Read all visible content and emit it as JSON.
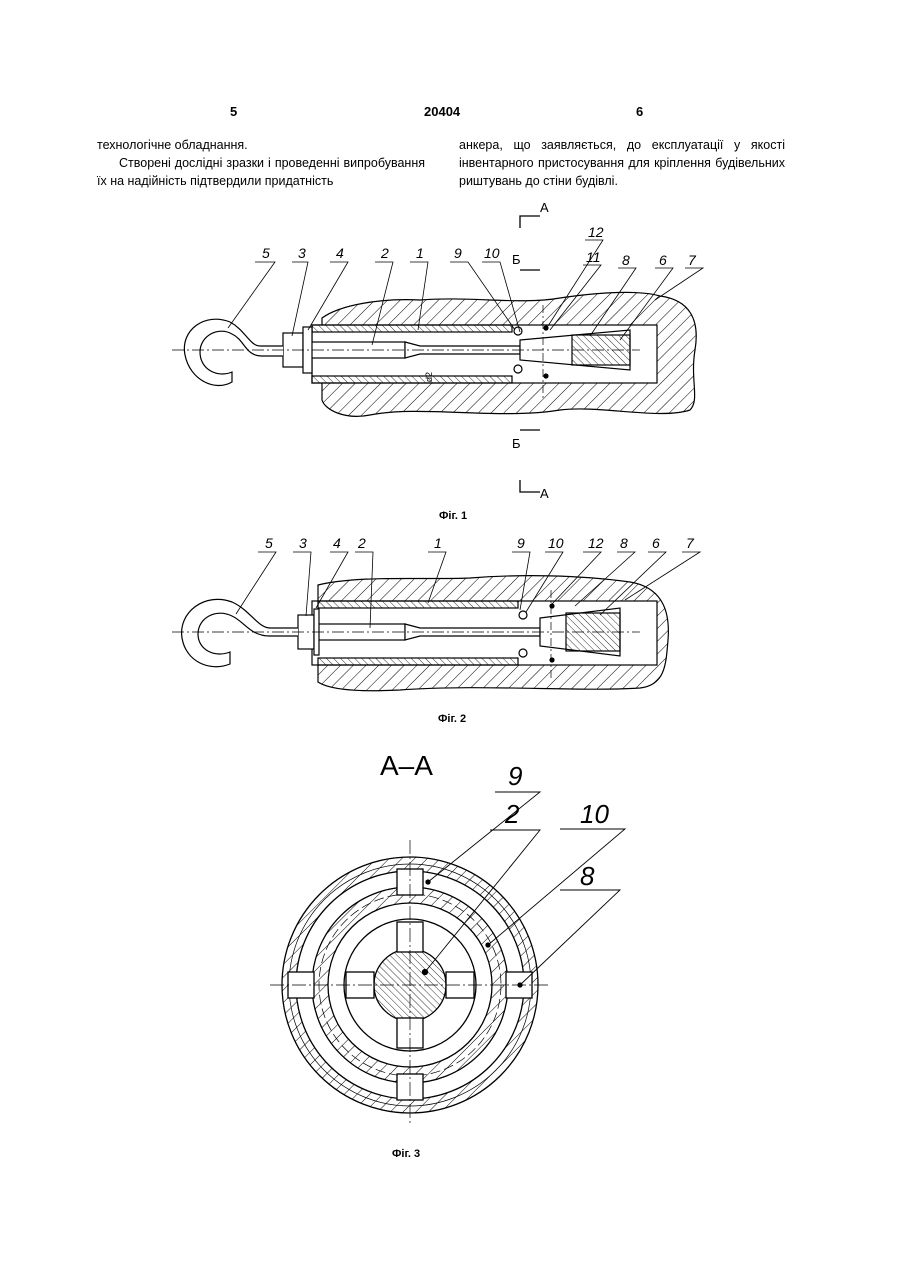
{
  "header": {
    "left_page": "5",
    "patent_number": "20404",
    "right_page": "6"
  },
  "text": {
    "left_line1": "технологічне обладнання.",
    "left_para": "Створені дослідні зразки і проведенні випробування їх на надійність підтвердили придатність",
    "right_para": "анкера, що заявляється, до експлуатації у якості інвентарного пристосування для кріплення будівельних риштувань до стіни будівлі."
  },
  "figures": {
    "fig1": {
      "caption": "Фіг. 1",
      "labels": [
        "5",
        "3",
        "4",
        "2",
        "1",
        "9",
        "10",
        "12",
        "11",
        "8",
        "6",
        "7"
      ],
      "section_A": "А",
      "section_B": "Б",
      "dimension": "d2"
    },
    "fig2": {
      "caption": "Фіг. 2",
      "labels": [
        "5",
        "3",
        "4",
        "2",
        "1",
        "9",
        "10",
        "12",
        "8",
        "6",
        "7"
      ]
    },
    "fig3": {
      "caption": "Фіг. 3",
      "section_title": "А–А",
      "labels": [
        "9",
        "2",
        "10",
        "8"
      ]
    }
  }
}
